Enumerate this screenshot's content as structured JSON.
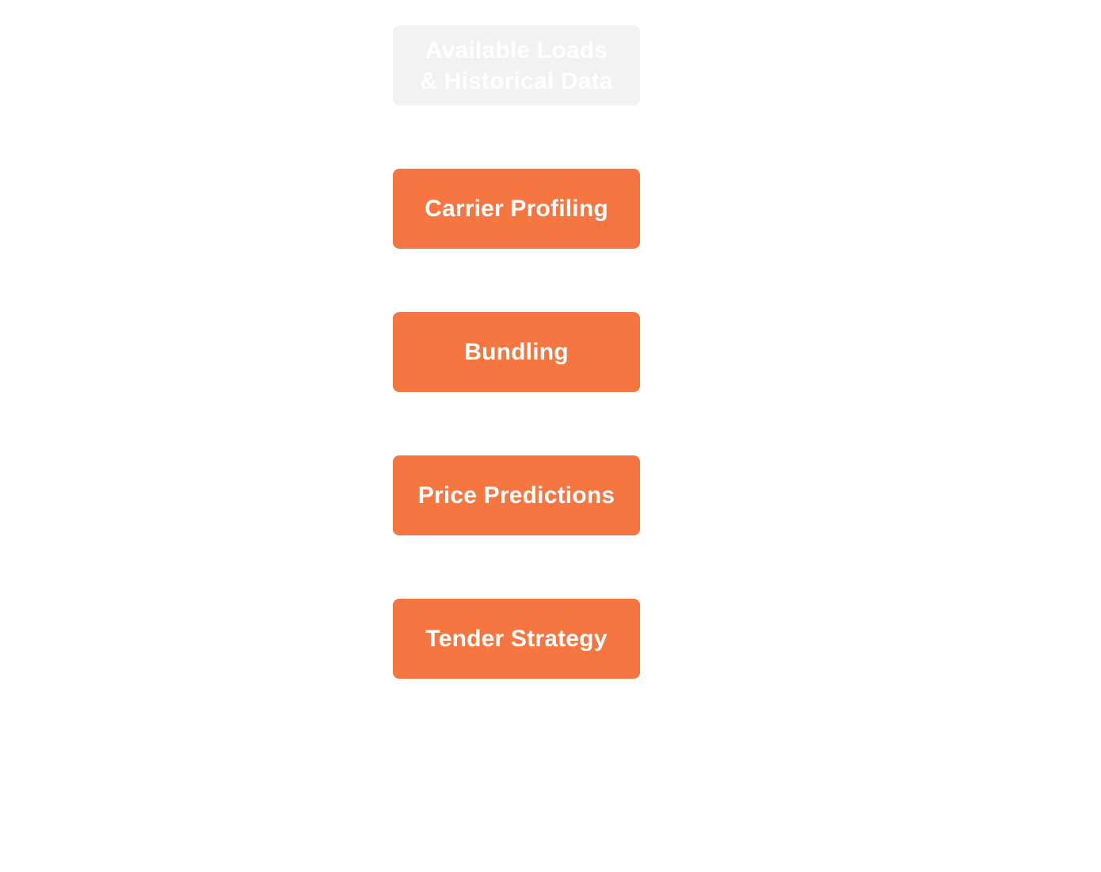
{
  "colors": {
    "background": "#ffffff",
    "source_box": "#f2f2f2",
    "step_box": "#f67642",
    "text": "#ffffff"
  },
  "source": {
    "line1": "Available Loads",
    "line2": "& Historical Data"
  },
  "steps": [
    {
      "label": "Carrier Profiling"
    },
    {
      "label": "Bundling"
    },
    {
      "label": "Price Predictions"
    },
    {
      "label": "Tender Strategy"
    }
  ]
}
